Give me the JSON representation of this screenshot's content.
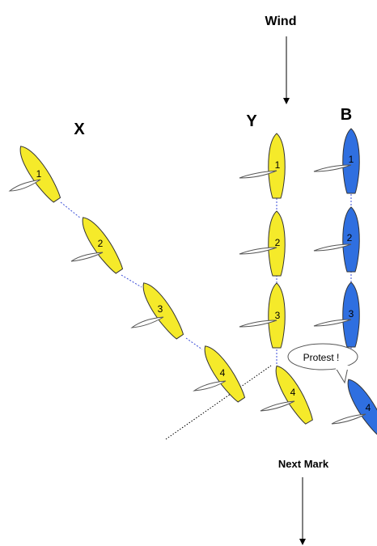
{
  "labels": {
    "wind": "Wind",
    "boat_x": "X",
    "boat_y": "Y",
    "boat_b": "B",
    "protest": "Protest !",
    "next_mark": "Next Mark"
  },
  "colors": {
    "yellow": "#f5ea2a",
    "blue": "#2f6fe0"
  },
  "positions": [
    "1",
    "2",
    "3",
    "4"
  ]
}
